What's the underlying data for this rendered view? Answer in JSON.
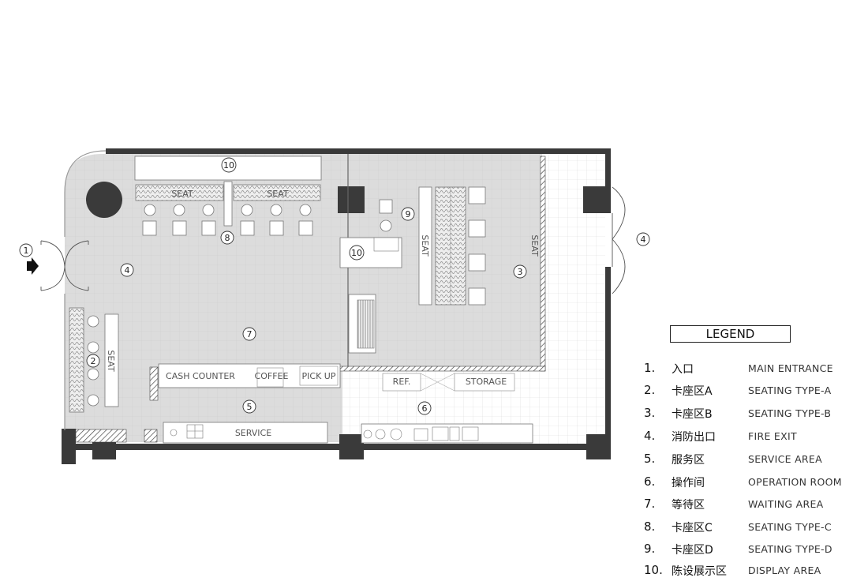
{
  "legend": {
    "title": "LEGEND",
    "items": [
      {
        "num": "1.",
        "cn": "入口",
        "en": "MAIN ENTRANCE"
      },
      {
        "num": "2.",
        "cn": "卡座区A",
        "en": "SEATING TYPE-A"
      },
      {
        "num": "3.",
        "cn": "卡座区B",
        "en": "SEATING TYPE-B"
      },
      {
        "num": "4.",
        "cn": "消防出口",
        "en": "FIRE EXIT"
      },
      {
        "num": "5.",
        "cn": "服务区",
        "en": "SERVICE AREA"
      },
      {
        "num": "6.",
        "cn": "操作间",
        "en": "OPERATION ROOM"
      },
      {
        "num": "7.",
        "cn": "等待区",
        "en": "WAITING AREA"
      },
      {
        "num": "8.",
        "cn": "卡座区C",
        "en": "SEATING TYPE-C"
      },
      {
        "num": "9.",
        "cn": "卡座区D",
        "en": "SEATING TYPE-D"
      },
      {
        "num": "10.",
        "cn": "陈设展示区",
        "en": "DISPLAY AREA"
      }
    ]
  },
  "plan_labels": {
    "seat": "SEAT",
    "cash_counter": "CASH COUNTER",
    "coffee": "COFFEE",
    "pick_up": "PICK UP",
    "ref": "REF.",
    "storage": "STORAGE",
    "service": "SERVICE"
  },
  "markers": {
    "m1": "1",
    "m2": "2",
    "m3": "3",
    "m4a": "4",
    "m4b": "4",
    "m5": "5",
    "m6": "6",
    "m7": "7",
    "m8": "8",
    "m9": "9",
    "m10a": "10",
    "m10b": "10"
  }
}
